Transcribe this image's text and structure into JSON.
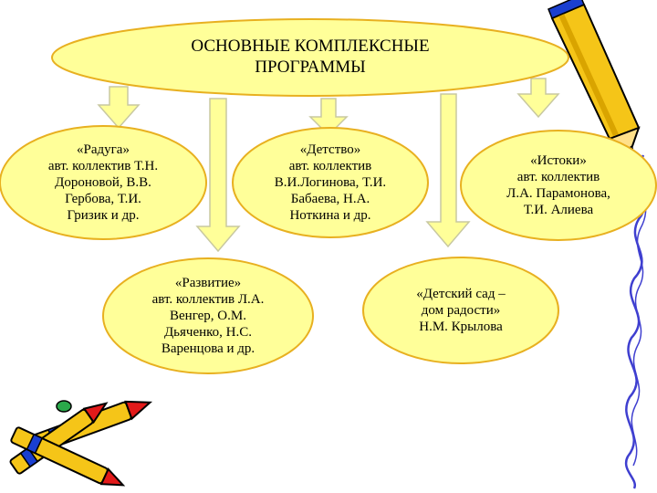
{
  "title": {
    "lines": [
      "ОСНОВНЫЕ КОМПЛЕКСНЫЕ",
      "ПРОГРАММЫ"
    ]
  },
  "programs": [
    {
      "lines": [
        "«Радуга»",
        "авт. коллектив Т.Н.",
        "Дороновой, В.В.",
        "Гербова, Т.И.",
        "Гризик и др."
      ]
    },
    {
      "lines": [
        "«Детство»",
        "авт. коллектив",
        "В.И.Логинова, Т.И.",
        "Бабаева, Н.А.",
        "Ноткина и др."
      ]
    },
    {
      "lines": [
        "«Истоки»",
        "авт. коллектив",
        "Л.А. Парамонова,",
        "Т.И. Алиева"
      ]
    },
    {
      "lines": [
        "«Развитие»",
        "авт. коллектив Л.А.",
        "Венгер, О.М.",
        "Дьяченко, Н.С.",
        "Варенцова и др."
      ]
    },
    {
      "lines": [
        "«Детский сад –",
        "дом радости»",
        "Н.М. Крылова"
      ]
    }
  ],
  "colors": {
    "ellipse_fill": "#ffff99",
    "ellipse_stroke": "#e8b020",
    "arrow_fill": "#ffff99",
    "arrow_stroke": "#c8c8a0",
    "scribble": "#3f3fd0",
    "pencil_body": "#f5c518",
    "pencil_band": "#1a3fd0",
    "pencil_eraser": "#e21a1a"
  },
  "icons": [
    "pencil-icon",
    "crayons-icon",
    "scribble-decoration"
  ]
}
